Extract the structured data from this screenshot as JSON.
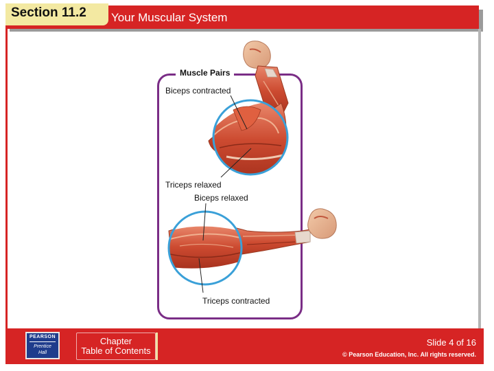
{
  "header": {
    "section": "Section 11.2",
    "title": "Your Muscular System"
  },
  "figure": {
    "heading": "Muscle Pairs",
    "labels": {
      "biceps_contracted": "Biceps contracted",
      "triceps_relaxed": "Triceps relaxed",
      "biceps_relaxed": "Biceps relaxed",
      "triceps_contracted": "Triceps contracted"
    }
  },
  "footer": {
    "logo": {
      "brand": "PEARSON",
      "sub1": "Prentice",
      "sub2": "Hall"
    },
    "toc": {
      "line1": "Chapter",
      "line2": "Table of Contents"
    },
    "slide_number": "Slide 4 of 16",
    "copyright": "© Pearson Education, Inc. All rights reserved."
  },
  "colors": {
    "accent_red": "#d62424",
    "panel_purple": "#7a2d86",
    "circle_blue": "#3aa0d8",
    "tab_yellow": "#f3e9a2"
  }
}
